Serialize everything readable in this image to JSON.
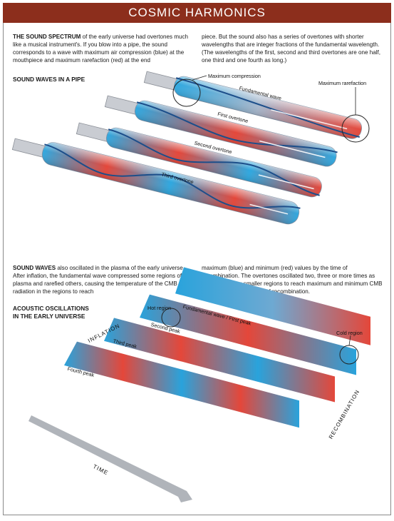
{
  "title": "COSMIC HARMONICS",
  "intro": {
    "left_lead": "THE SOUND SPECTRUM",
    "left_body": " of the early universe had overtones much like a musical instrument's. If you blow into a pipe, the sound corresponds to a wave with maximum air compression (blue) at the mouthpiece and maximum rarefaction (red) at the end",
    "right_body": "piece. But the sound also has a series of overtones with shorter wavelengths that are integer fractions of the fundamental wavelength. (The wavelengths of the first, second and third overtones are one half, one third and one fourth as long.)"
  },
  "pipes": {
    "heading": "SOUND WAVES IN A PIPE",
    "max_compression": "Maximum compression",
    "max_rarefaction": "Maximum rarefaction",
    "labels": [
      "Fundamental wave",
      "First overtone",
      "Second overtone",
      "Third overtone"
    ]
  },
  "middle": {
    "left_lead": "SOUND WAVES",
    "left_body": " also oscillated in the plasma of the early universe. After inflation, the fundamental wave compressed some regions of plasma and rarefied others, causing the temperature of the CMB radiation in the regions to reach",
    "right_body": "maximum (blue) and minimum (red) values by the time of recombination. The overtones oscillated two, three or more times as quickly, causing smaller regions to reach maximum and minimum CMB temperatures at the time of recombination."
  },
  "oscillations": {
    "heading_line1": "ACOUSTIC OSCILLATIONS",
    "heading_line2": "IN THE EARLY UNIVERSE",
    "hot_region": "Hot region",
    "cold_region": "Cold region",
    "bands": [
      "Fundamental wave / First peak",
      "Second peak",
      "Third peak",
      "Fourth peak"
    ],
    "inflation": "INFLATION",
    "recombination": "RECOMBINATION",
    "time": "TIME"
  },
  "colors": {
    "title_bg": "#8c2e1c",
    "blue": "#29a3dc",
    "red": "#e4473a"
  }
}
